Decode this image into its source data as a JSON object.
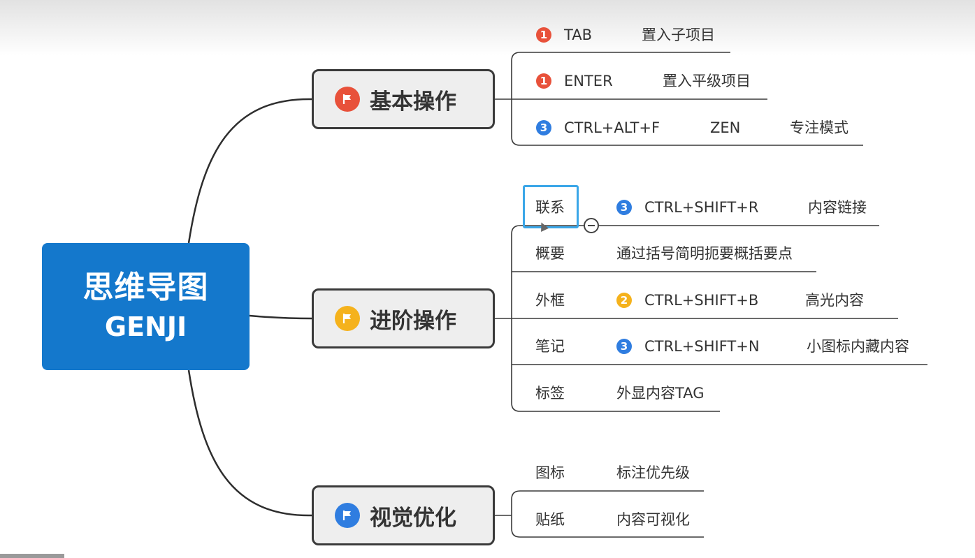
{
  "root": {
    "title": "思维导图",
    "subtitle": "GENJI",
    "color": "#1478cc"
  },
  "topics": [
    {
      "label": "基本操作",
      "flag_color": "#e8513a",
      "flag_icon": "flag-icon",
      "rows": [
        {
          "badge": "1",
          "badge_color": "#e8513a",
          "cols": [
            "TAB",
            "置入子项目"
          ]
        },
        {
          "badge": "1",
          "badge_color": "#e8513a",
          "cols": [
            "ENTER",
            "置入平级项目"
          ]
        },
        {
          "badge": "3",
          "badge_color": "#2f7de0",
          "cols": [
            "CTRL+ALT+F",
            "ZEN",
            "专注模式"
          ]
        }
      ]
    },
    {
      "label": "进阶操作",
      "flag_color": "#f5b21c",
      "flag_icon": "flag-icon",
      "rows": [
        {
          "name": "联系",
          "badge": "3",
          "badge_color": "#2f7de0",
          "cols": [
            "CTRL+SHIFT+R",
            "内容链接"
          ]
        },
        {
          "name": "概要",
          "cols": [
            "通过括号简明扼要概括要点"
          ]
        },
        {
          "name": "外框",
          "badge": "2",
          "badge_color": "#f5b21c",
          "cols": [
            "CTRL+SHIFT+B",
            "高光内容"
          ]
        },
        {
          "name": "笔记",
          "badge": "3",
          "badge_color": "#2f7de0",
          "cols": [
            "CTRL+SHIFT+N",
            "小图标内藏内容"
          ]
        },
        {
          "name": "标签",
          "cols": [
            "外显内容TAG"
          ]
        }
      ]
    },
    {
      "label": "视觉优化",
      "flag_color": "#2f7de0",
      "flag_icon": "flag-icon",
      "rows": [
        {
          "name": "图标",
          "cols": [
            "标注优先级"
          ]
        },
        {
          "name": "贴纸",
          "cols": [
            "内容可视化"
          ]
        }
      ]
    }
  ]
}
